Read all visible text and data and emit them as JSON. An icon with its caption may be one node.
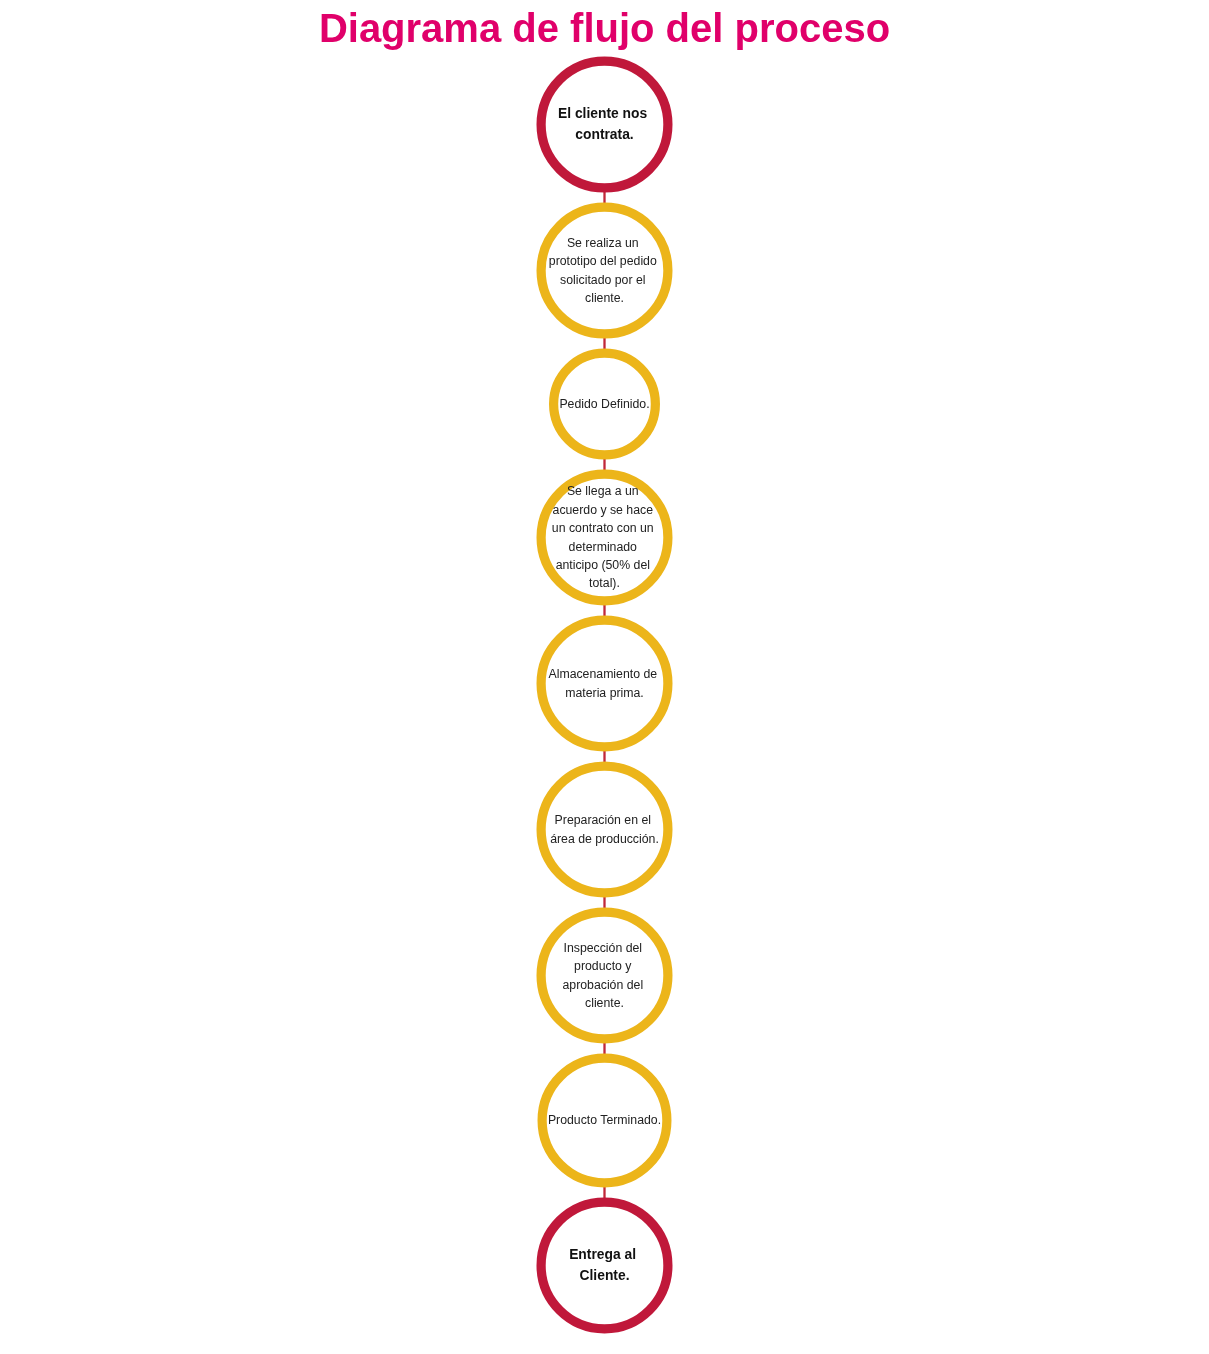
{
  "diagram": {
    "title": "Diagrama de flujo del proceso",
    "nodes": [
      {
        "text": [
          "El cliente nos contrata."
        ]
      },
      {
        "text": [
          "Se realiza un prototipo del pedido solicitado por el cliente."
        ]
      },
      {
        "text": [
          "Pedido Definido."
        ]
      },
      {
        "text": [
          "Se llega a un acuerdo y se hace un contrato con un determinado anticipo (50% del total)."
        ]
      },
      {
        "text": [
          "Almacenamiento de materia prima."
        ]
      },
      {
        "text": [
          "Preparación en el área de producción."
        ]
      },
      {
        "text": [
          "Inspección del producto y aprobación del cliente."
        ]
      },
      {
        "text": [
          "Producto Terminado."
        ]
      },
      {
        "text": [
          "Entrega al Cliente."
        ]
      }
    ],
    "edges": [
      {
        "from": 0,
        "to": 1,
        "arrow": "none"
      },
      {
        "from": 1,
        "to": 2,
        "arrow": "none"
      },
      {
        "from": 2,
        "to": 3,
        "arrow": "none"
      },
      {
        "from": 3,
        "to": 4,
        "arrow": "none"
      },
      {
        "from": 4,
        "to": 5,
        "arrow": "none"
      },
      {
        "from": 5,
        "to": 6,
        "arrow": "none"
      },
      {
        "from": 6,
        "to": 7,
        "arrow": "none"
      },
      {
        "from": 7,
        "to": 8,
        "arrow": "none"
      }
    ]
  }
}
